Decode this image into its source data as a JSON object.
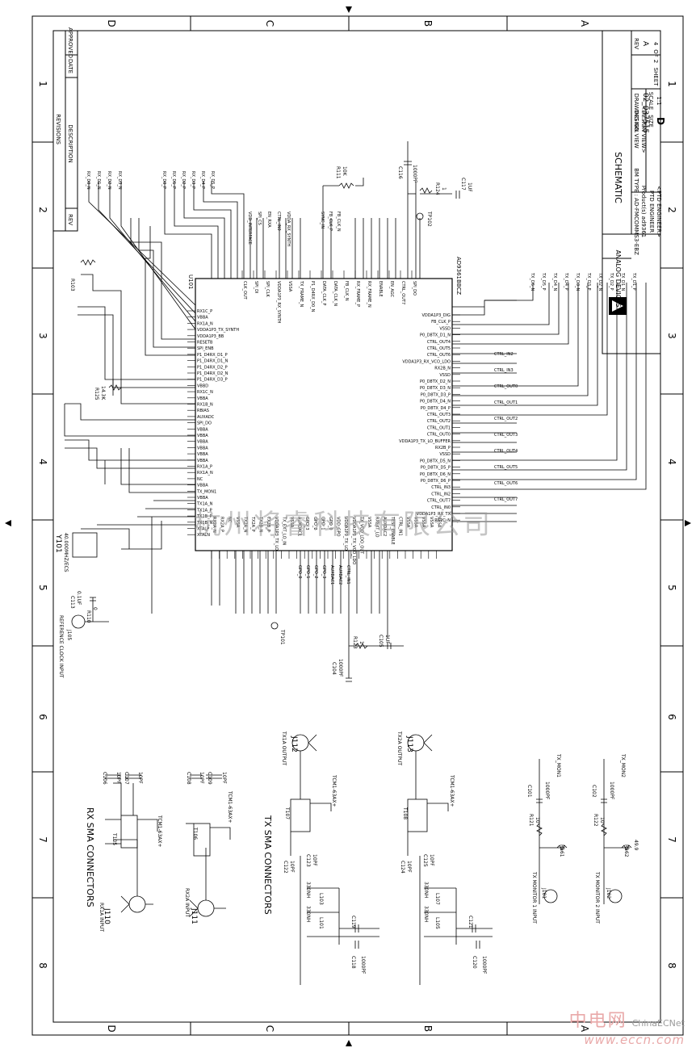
{
  "zones_top": [
    "D",
    "C",
    "B",
    "A"
  ],
  "zones_side": [
    "1",
    "2",
    "3",
    "4",
    "5",
    "6",
    "7",
    "8"
  ],
  "revisions": {
    "title": "REVISIONS",
    "rev": "REV",
    "description": "DESCRIPTION",
    "date": "DATE",
    "approved": "APPROVED"
  },
  "title_block": {
    "title": "SCHEMATIC",
    "company": "ANALOG DEVICES",
    "bm_type": "BM TYPE : AD-FMCOMMS3-EBZ",
    "product": "Product(s) ad9361",
    "design_view": "DESIGN VIEW",
    "design_view_val": "<DESIGN VIEW>",
    "pte": "PTD ENGINEER",
    "pte_val": "<PTD ENGINEER>",
    "drawing_no_label": "DRAWING NO.",
    "drawing_no": "02_037515",
    "rev_label": "REV",
    "rev_val": "A",
    "size_label": "SIZE",
    "size_val": "D",
    "scale_label": "SCALE",
    "scale_val": "1:1",
    "sheet_label": "SHEET",
    "sheet_val": "2",
    "of_label": "OF",
    "of_val": "4"
  },
  "ic": {
    "ref": "U101",
    "part": "AD9361BBCZ",
    "pins_left": [
      "RX1C_P",
      "VBBA",
      "RX1A_N",
      "VDDA1P3_TX_SYNTH",
      "VDDA1P3_BB",
      "RESETB",
      "SPI_ENB",
      "P1_D4RX_D1_P",
      "P1_D4RX_D1_N",
      "P1_D4RX_D2_P",
      "P1_D4RX_D2_N",
      "P1_D4RX_D3_P",
      "VBBD",
      "RX1C_N",
      "VBBA",
      "RX1B_N",
      "RBIAS",
      "AUXADC",
      "SPI_DO",
      "VBBA",
      "VBBA",
      "VBBA",
      "VBBA",
      "VBBA",
      "VBBA",
      "RX1A_P",
      "RX1A_N",
      "NC",
      "VBBA",
      "TX_MON1",
      "VBBA",
      "TX1A_N",
      "TX1A_P",
      "TX1B_P",
      "TX1B_N",
      "XTALP",
      "XTALN"
    ],
    "pins_right": [
      "VDDA1P3_DIG",
      "FB_CLK_P",
      "VSSD",
      "P0_D8TX_D1_N",
      "CTRL_OUT4",
      "CTRL_OUT5",
      "CTRL_OUT6",
      "VDDA1P3_RX_VCO_LDO",
      "RX2B_N",
      "VSSD",
      "P0_D8TX_D2_N",
      "P0_D8TX_D3_N",
      "P0_D8TX_D3_P",
      "P0_D8TX_D4_N",
      "P0_D8TX_D4_P",
      "CTRL_OUT3",
      "CTRL_OUT2",
      "CTRL_OUT1",
      "CTRL_OUT0",
      "VDDA1P3_TX_LO_BUFFER",
      "RX2B_P",
      "VSSD",
      "P0_D8TX_D5_N",
      "P0_D8TX_D5_P",
      "P0_D8TX_D6_N",
      "P0_D8TX_D6_P",
      "CTRL_IN3",
      "CTRL_IN2",
      "CTRL_OUT7",
      "CTRL_IN0",
      "VDDA1P3_RX_TX",
      "RX2C_N"
    ],
    "pins_top": [
      "CLK_OUT",
      "SPI_DI",
      "SPI_CLK",
      "VDDA1P3_RX_SYNTH",
      "VSSA",
      "TX_FRAME_N",
      "P1_D4RX_D0_N",
      "DATA_CLK_P",
      "DATA_CLK_N",
      "FB_CLK_N",
      "RX_FRAME_P",
      "RX_FRAME_N",
      "ENABLE",
      "EN_AGC",
      "CTRL_OUT7",
      "SPI_DO"
    ],
    "pins_bottom": [
      "RX2A_N",
      "RX2A_P",
      "NC",
      "VSSA",
      "TX2A_N",
      "TX2A_P",
      "TX2B_N",
      "TX2B_P",
      "VDDA1P3_TX_LO",
      "TX_EXT_LO_IN",
      "VSSA",
      "AUXDAC1",
      "GPO_3",
      "GPO_2",
      "GPO_1",
      "GPO_0",
      "VDD_GPO",
      "VDDA1P3_TX_LO",
      "VDDA1P3_TX_VCO_LDO",
      "TX_VCO_LDO_OUT",
      "VSSA",
      "RXEXT_LO",
      "AUXDAC2",
      "TEST_ENABLE",
      "CTRL_IN1",
      "VSSA",
      "VSSA",
      "VSSA",
      "VSSA",
      "VSSA"
    ]
  },
  "top_nets_left": [
    "RX_D0_N",
    "RX_D1_N",
    "RX_D2_N",
    "RX_D3_N"
  ],
  "top_nets_mid": [
    "RX_D0_P",
    "RX_D1_P",
    "RX_D2_P",
    "RX_D3_P",
    "RX_D4_P",
    "RX_D5_P"
  ],
  "right_nets": [
    "TX_D5_N",
    "TX_D5_P",
    "TX_D4_N",
    "TX_D4_P",
    "TX_D3_N",
    "TX_D3_P",
    "TX_D2_N",
    "TX_D2_P",
    "TX_D1_N",
    "TX_D1_P"
  ],
  "comps_top": [
    {
      "ref": "R111",
      "val": "10K"
    },
    {
      "ref": "C116",
      "val": "1000PF"
    },
    {
      "ref": "R124",
      "val": "1"
    },
    {
      "ref": "C117",
      "val": "1UF"
    },
    {
      "ref": "TP102",
      "val": ""
    },
    {
      "ref": "R103",
      "val": ""
    },
    {
      "ref": "R125",
      "val": "14.3K"
    }
  ],
  "labels_misc": [
    "VDD_INTERFACE",
    "SPI_CS",
    "EN_RXA",
    "CTRL_IN0",
    "VDDA_RX_SYNTH",
    "SYNC_IN",
    "FB_CLK_P",
    "FB_CLK_N",
    "GPO_0",
    "GPO_1",
    "GPO_2",
    "GPO_3",
    "AUXDAC1",
    "AUXDAC2",
    "CTRL_IN1",
    "CTRL_IN2",
    "CTRL_IN3",
    "CTRL_OUT0",
    "CTRL_OUT1",
    "CTRL_OUT2",
    "CTRL_OUT3",
    "CTRL_OUT4",
    "CTRL_OUT5",
    "CTRL_OUT6",
    "CTRL_OUT7"
  ],
  "xtal": {
    "ref": "Y101",
    "val": "40.000MHZ/ECS"
  },
  "ref_clock": {
    "label": "REFERENCE CLOCK INPUT",
    "ref": "J105",
    "cap": "C113",
    "cap_val": "0.1UF",
    "r": "R110",
    "r_val": "0"
  },
  "bottom_mid_comps": [
    {
      "ref": "TP101",
      "val": ""
    },
    {
      "ref": "R123",
      "val": "1"
    },
    {
      "ref": "C105",
      "val": "1UF"
    },
    {
      "ref": "C104",
      "val": "1000PF"
    }
  ],
  "rx_sma": {
    "title": "RX SMA CONNECTORS",
    "j110": "J110",
    "j110_label": "RX1A INPUT",
    "j111": "J111",
    "j111_label": "RX2A INPUT",
    "t105": "T105",
    "t106": "T106",
    "c106": "C106",
    "c107": "C107",
    "c108": "C108",
    "c109": "C109",
    "cap_val": "10PF",
    "balun": "TCM1-63AX+"
  },
  "tx_sma": {
    "title": "TX SMA CONNECTORS",
    "j112": "J112",
    "j112_label": "TX1A OUTPUT",
    "j113": "J113",
    "j113_label": "TX2A OUTPUT",
    "t107": "T107",
    "t108": "T108",
    "c122": "C122",
    "c123": "C123",
    "c124": "C124",
    "c125": "C125",
    "l103": "L103",
    "l101": "L101",
    "l107": "L107",
    "l105": "L105",
    "c119": "C119",
    "c118": "C118",
    "c121": "C121",
    "c120": "C120",
    "ind_val": "330NH",
    "cap1_val": "10PF",
    "cap2_val": "1000PF",
    "balun": "TCM1-63AX+"
  },
  "tx_mon": {
    "mon1": "TX MONITOR 1 INPUT",
    "mon2": "TX MONITOR 2 INPUT",
    "j101": "J101",
    "j102": "J102",
    "c101": "C101",
    "c102": "C102",
    "c_val": "1000PF",
    "r121": "R121",
    "r122": "R122",
    "r_val": "10",
    "r1": "R161",
    "r2": "R162",
    "r2_val": "49.9",
    "net1": "TX_MON1",
    "net2": "TX_MON2"
  },
  "watermark": "杭州将睿科技有限公司",
  "site": {
    "cn": "中电网",
    "en": "ChinaECNet",
    "url": "www.eccn.com"
  }
}
